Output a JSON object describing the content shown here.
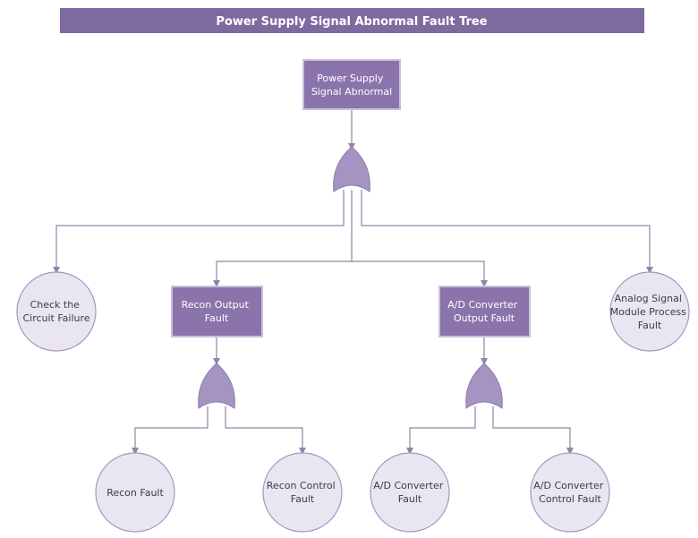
{
  "title": "Power Supply Signal Abnormal Fault Tree",
  "colors": {
    "title_bar": "#7e6a9e",
    "event_box": "#8a74ab",
    "basic_event_fill": "#eae6f1",
    "gate_fill": "#a594c2",
    "connector": "#8f86a6"
  },
  "top_event": {
    "lines": [
      "Power Supply",
      "Signal Abnormal"
    ]
  },
  "gates": [
    {
      "id": "or-gate-top",
      "type": "OR"
    },
    {
      "id": "or-gate-recon",
      "type": "OR"
    },
    {
      "id": "or-gate-ad",
      "type": "OR"
    }
  ],
  "intermediate_events": [
    {
      "id": "recon-output-fault",
      "lines": [
        "Recon Output",
        "Fault"
      ]
    },
    {
      "id": "ad-converter-output-fault",
      "lines": [
        "A/D Converter",
        "Output Fault"
      ]
    }
  ],
  "basic_events": [
    {
      "id": "check-circuit-failure",
      "lines": [
        "Check the",
        "Circuit Failure"
      ]
    },
    {
      "id": "analog-signal-module-process-fault",
      "lines": [
        "Analog Signal",
        "Module Process",
        "Fault"
      ]
    },
    {
      "id": "recon-fault",
      "lines": [
        "Recon Fault"
      ]
    },
    {
      "id": "recon-control-fault",
      "lines": [
        "Recon Control",
        "Fault"
      ]
    },
    {
      "id": "ad-converter-fault",
      "lines": [
        "A/D Converter",
        "Fault"
      ]
    },
    {
      "id": "ad-converter-control-fault",
      "lines": [
        "A/D Converter",
        "Control Fault"
      ]
    }
  ]
}
